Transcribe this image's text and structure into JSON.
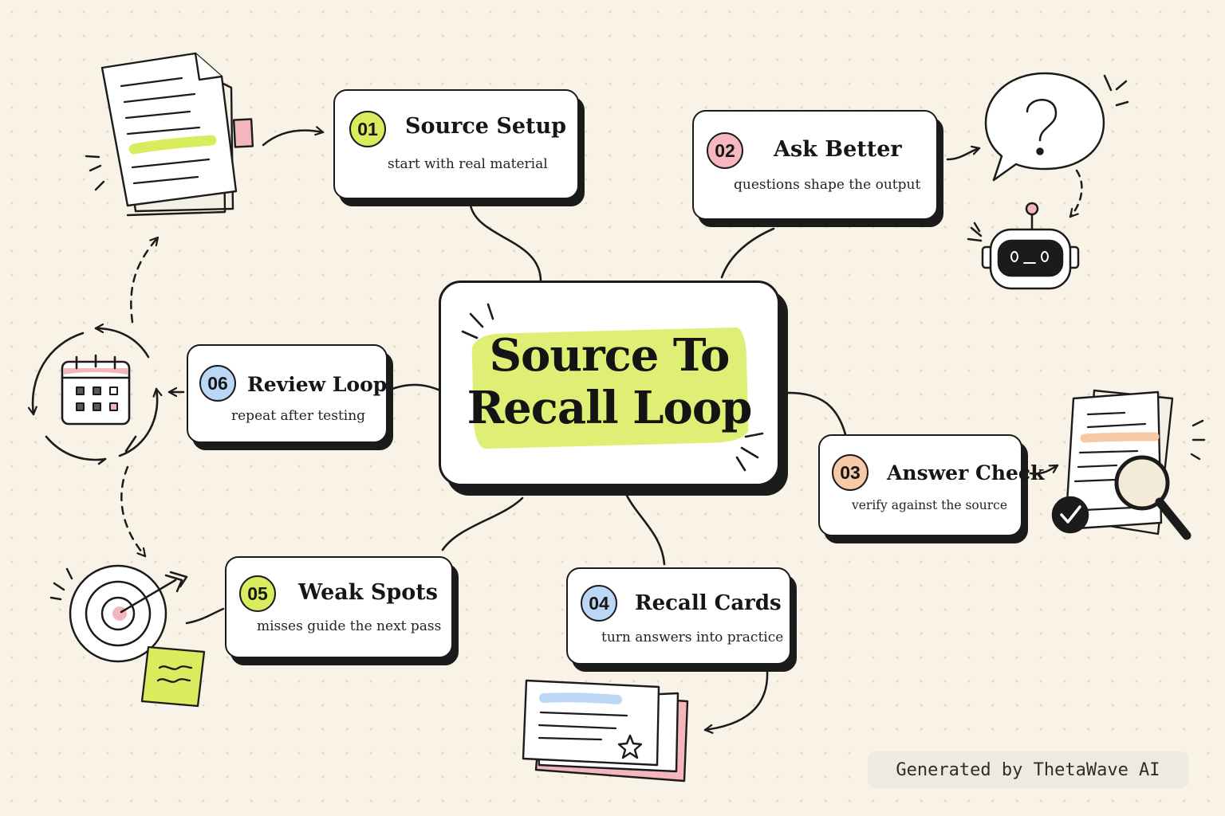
{
  "center": {
    "title_line1": "Source To",
    "title_line2": "Recall Loop"
  },
  "steps": [
    {
      "number": "01",
      "title": "Source Setup",
      "subtitle": "start with real material",
      "color": "#d9ec5d"
    },
    {
      "number": "02",
      "title": "Ask Better",
      "subtitle": "questions shape the output",
      "color": "#f6b7bd"
    },
    {
      "number": "03",
      "title": "Answer Check",
      "subtitle": "verify against the source",
      "color": "#f7c9a6"
    },
    {
      "number": "04",
      "title": "Recall Cards",
      "subtitle": "turn answers into practice",
      "color": "#bcd7f6"
    },
    {
      "number": "05",
      "title": "Weak Spots",
      "subtitle": "misses guide the next pass",
      "color": "#d9ec5d"
    },
    {
      "number": "06",
      "title": "Review Loop",
      "subtitle": "repeat after testing",
      "color": "#bcd7f6"
    }
  ],
  "icons": {
    "source": "document-icon",
    "ask": "question-bubble-icon",
    "ai": "robot-icon",
    "check": "magnifier-document-icon",
    "cards": "flashcards-icon",
    "weak": "target-icon",
    "review": "calendar-cycle-icon"
  },
  "watermark": "Generated by ThetaWave AI"
}
